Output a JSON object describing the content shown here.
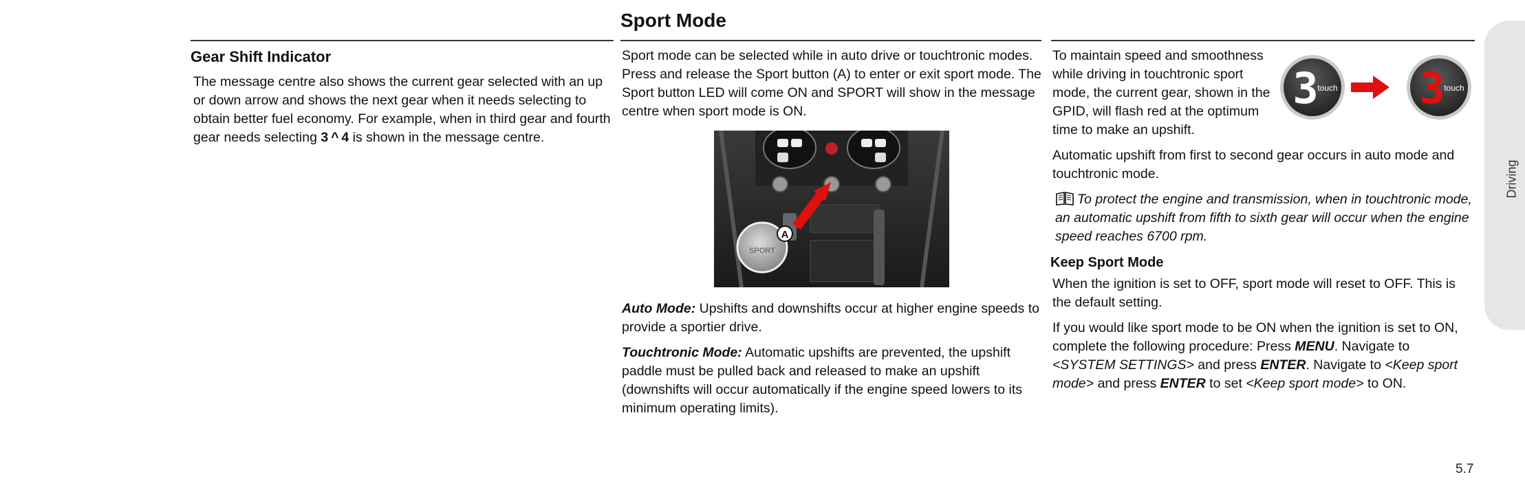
{
  "page": {
    "title": "Sport Mode",
    "side_tab": "Driving",
    "page_number": "5.7"
  },
  "col1": {
    "heading": "Gear Shift Indicator",
    "para_before": "The message centre also shows the current gear selected with an up or down arrow and shows the next gear when it needs selecting to obtain better fuel economy. For example, when in third gear and fourth gear needs selecting ",
    "gear_example": "3 ^ 4",
    "para_after": " is shown in the message centre."
  },
  "col2": {
    "intro": "Sport mode can be selected while in auto drive or touchtronic modes. Press and release the Sport button (A) to enter or exit sport mode. The Sport button LED will come ON and SPORT will show in the message centre when sport mode is ON.",
    "figure": {
      "callout": "A",
      "button_label": "SPORT"
    },
    "auto_label": "Auto Mode:",
    "auto_text": " Upshifts and downshifts occur at higher engine speeds to provide a sportier drive.",
    "touch_label": "Touchtronic Mode:",
    "touch_text": " Automatic upshifts are prevented, the upshift paddle must be pulled back and released to make an upshift (downshifts will occur automatically if the engine speed lowers to its minimum operating limits)."
  },
  "col3": {
    "figure": {
      "gear_digit": "3",
      "gear_label": "touch",
      "color_normal": "#ffffff",
      "color_flash": "#e01010",
      "arrow_color": "#e01010"
    },
    "speed_para": "To maintain speed and smoothness while driving in touchtronic sport mode, the current gear, shown in the GPID, will flash red at the optimum time to make an upshift.",
    "upshift_para": "Automatic upshift from first to second gear occurs in auto mode and touchtronic mode.",
    "note_icon": "book-icon",
    "note": "To protect the engine and transmission, when in touchtronic mode, an automatic upshift from fifth to sixth gear will occur when the engine speed reaches 6700 rpm.",
    "keep_heading": "Keep Sport Mode",
    "keep_para1": "When the ignition is set to OFF, sport mode will reset to OFF. This is the default setting.",
    "keep_para2": {
      "t1": "If you would like sport mode to be ON when the ignition is set to ON, complete the following procedure: Press ",
      "menu": "MENU",
      "t2": ". Navigate to ",
      "system_settings": "<SYSTEM SETTINGS>",
      "t3": " and press ",
      "enter1": "ENTER",
      "t4": ". Navigate to ",
      "keep_sport1": "<Keep sport mode>",
      "t5": " and press ",
      "enter2": "ENTER",
      "t6": " to set ",
      "keep_sport2": "<Keep sport mode>",
      "t7": " to ON."
    }
  }
}
